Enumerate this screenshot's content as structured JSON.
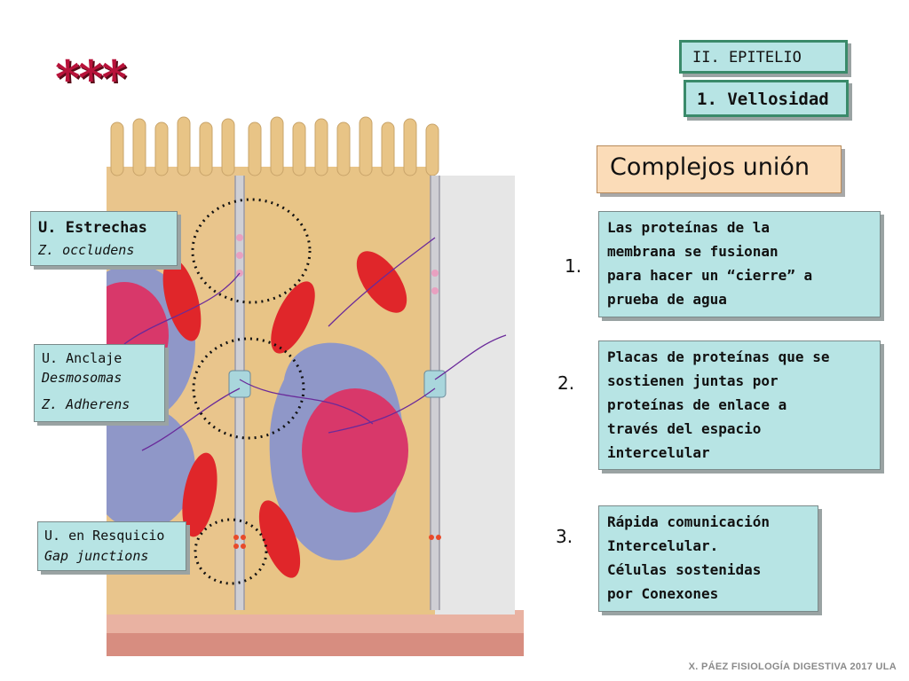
{
  "header": {
    "stars": "***",
    "section": "II. EPITELIO",
    "subsection": "1. Vellosidad",
    "title": "Complejos unión"
  },
  "left_labels": [
    {
      "line1": "U. Estrechas",
      "line2": "Z. occludens"
    },
    {
      "line1": "U. Anclaje",
      "line2": "Desmosomas",
      "line3": "Z. Adherens"
    },
    {
      "line1": "U. en Resquicio",
      "line2": "Gap junctions"
    }
  ],
  "numbers": [
    "1.",
    "2.",
    "3."
  ],
  "descriptions": [
    {
      "lines": [
        "Las proteínas de la",
        "membrana se fusionan",
        "para hacer un “cierre” a",
        "prueba de agua"
      ]
    },
    {
      "lines": [
        "Placas de proteínas que se",
        "sostienen juntas por",
        "proteínas de enlace a",
        "través del espacio",
        "intercelular"
      ]
    },
    {
      "lines": [
        "Rápida comunicación",
        "Intercelular.",
        "Células sostenidas",
        "por Conexones"
      ]
    }
  ],
  "footer": "X. PÁEZ   FISIOLOGÍA DIGESTIVA 2017  ULA",
  "colors": {
    "teal_box": "#b7e4e4",
    "title_box": "#fbdcb8",
    "stars": "#b8123a",
    "cell": "#e8c486",
    "nucleus": "#d8386a",
    "erythrocyte": "#e0262a"
  }
}
